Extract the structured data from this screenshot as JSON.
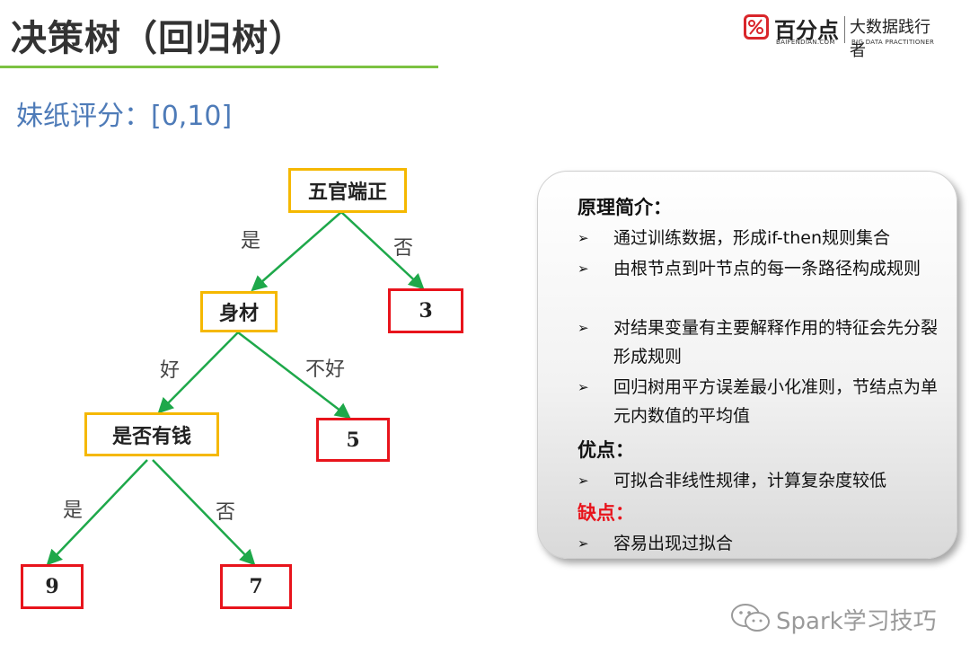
{
  "title": "决策树（回归树）",
  "logo": {
    "cn": "百分点",
    "cn2": "大数据践行者",
    "en1": "BAIFENDIAN.COM",
    "en2": "BIG DATA PRACTITIONER"
  },
  "subtitle": "妹纸评分：[0,10]",
  "tree": {
    "root": "五官端正",
    "left_label_root": "是",
    "right_label_root": "否",
    "leaf_root_right": "3",
    "node_body": "身材",
    "left_label_body": "好",
    "right_label_body": "不好",
    "leaf_body_right": "5",
    "node_money": "是否有钱",
    "left_label_money": "是",
    "right_label_money": "否",
    "leaf_money_left": "9",
    "leaf_money_right": "7"
  },
  "panel": {
    "principle_title": "原理简介：",
    "principle_items": [
      "通过训练数据，形成if-then规则集合",
      "由根节点到叶节点的每一条路径构成规则",
      "对结果变量有主要解释作用的特征会先分裂形成规则",
      "回归树用平方误差最小化准则，节结点为单元内数值的平均值"
    ],
    "pros_title": "优点：",
    "pros_items": [
      "可拟合非线性规律，计算复杂度较低"
    ],
    "cons_title": "缺点：",
    "cons_items": [
      "容易出现过拟合"
    ],
    "bullet_glyph": "➢"
  },
  "watermark": "Spark学习技巧",
  "colors": {
    "accent_green": "#7cc242",
    "edge_green": "#1ea84a",
    "question_border": "#f5b800",
    "leaf_border": "#e8141c",
    "subtitle_blue": "#4e7bb8"
  }
}
